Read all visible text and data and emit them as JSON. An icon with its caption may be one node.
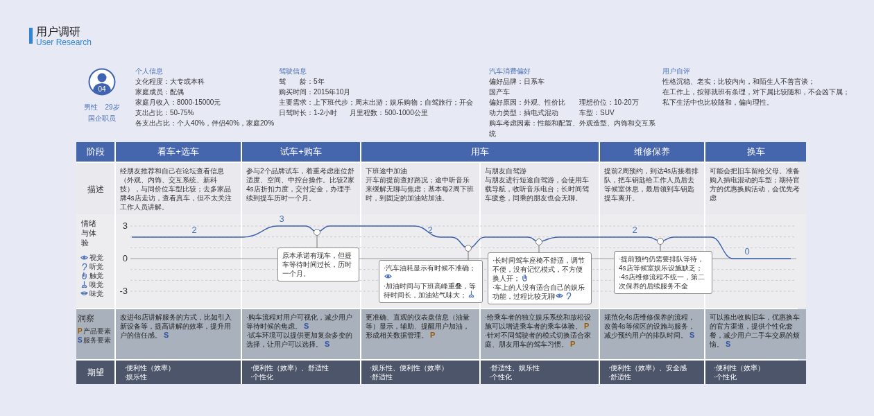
{
  "diagram": {
    "title": "用户调研",
    "nodes": [
      {
        "text": [],
        "shape": "circle"
      },
      {
        "text": [
          "原本承诺有现车，但提车等待时间过长，历时一个月。"
        ]
      },
      {
        "text": [],
        "shape": "circle"
      },
      {
        "text": [
          "·汽车油耗显示有时候不准确；",
          "·加油时间与下班高峰重叠，等待时间长，加油站气味大；"
        ]
      },
      {
        "text": [],
        "shape": "circle"
      },
      {
        "text": [
          "·长时间驾车座椅不舒适，调节不便，没有记忆模式，不方便换人开；",
          "·车上的人没有适合自己的娱乐功能，过程比较无聊"
        ]
      },
      {
        "text": [],
        "shape": "circle"
      },
      {
        "text": [
          "·提前预约仍需要排队等待，4s店等候室娱乐设施缺乏；",
          "·4s店维修流程不统一，第二次保养的后续服务不全"
        ]
      }
    ],
    "edges": [
      {
        "from": 1,
        "to": 0,
        "arrow": "none"
      },
      {
        "from": 3,
        "to": 2,
        "arrow": "none"
      },
      {
        "from": 5,
        "to": 4,
        "arrow": "none"
      },
      {
        "from": 7,
        "to": 6,
        "arrow": "none"
      }
    ],
    "labels": [
      "User Research",
      "04",
      "男性",
      "29岁",
      "国企职员",
      "个人信息",
      "文化程度：大专或本科",
      "家庭成员：配偶",
      "家庭月收入：8000-15000元",
      "支出占比：50-75%",
      "各支出占比：个人40%，伴侣40%，家庭20%",
      "驾驶信息",
      "驾　　龄：5年",
      "购买时间：2015年10月",
      "主要需求：上下班代步；周末出游；娱乐购物；自驾旅行；开会",
      "日驾时长：1-2小时",
      "月里程数：500-1000公里",
      "汽车消费偏好",
      "偏好品牌：日系车",
      "国产车",
      "偏好原因：外观、性价比",
      "理想价位：10-20万",
      "动力类型：插电式混动",
      "车型：SUV",
      "购车考虑因素：性能和配置、外观造型、内饰和交互系统",
      "用户自评",
      "性格沉稳、老实；比较内向，和陌生人不善言谈；",
      "在工作上，按部就班有条理，对下属比较随和，不会凶下属；",
      "私下生活中也比较随和，偏向理性。",
      "阶段",
      "看车+选车",
      "试车+购车",
      "用车",
      "维修保养",
      "换车",
      "描述",
      "经朋友推荐和自己在论坛查看信息（外观、内饰、交互系统、新科技），与同价位车型比较；去多家品牌4s店走访，查看真车，但不太关注工作人员讲解。",
      "参与2个品牌试车，着重考虑座位舒适度、空间、中控台操作。比较2家4s店折扣力度，交付定金，办理手续到提车历时一个月。",
      "下班途中加油",
      "开车前提前查好路况；途中听音乐来缓解无聊与焦虑；基本每2周下班时，到固定的加油站加油。",
      "与朋友自驾游",
      "与朋友进行短途自驾游，会使用车载导航，收听音乐电台；长时间驾车疲惫，同乘的朋友也会无聊。",
      "提前2周预约，到达4s店接着排队，把车钥匙给工作人员后去等候室休息，最后领到车钥匙提车离开。",
      "可能会把旧车留给父母。准备购入插电混动的车型；期待官方的优惠换购活动，会优先考虑",
      "情绪与体验",
      "3",
      "0",
      "-3",
      "视觉",
      "听觉",
      "触觉",
      "嗅觉",
      "味觉",
      "2",
      "3",
      "2",
      "2",
      "0",
      "洞察",
      "P",
      "产品要素",
      "S",
      "服务要素",
      "改进4s店讲解服务的方式，比如引入新设备等，提高讲解的效率，提升用户的信任感。",
      "S",
      "·购车流程对用户可视化，减少用户等待时候的焦虑。",
      "S",
      "·试车环境可以提供更加复杂多变的选择，让用户可以选择。",
      "S",
      "更准确、直观的仪表盘信息（油量等）显示，辅助、提醒用户加油，形成相关数据管理。",
      "P",
      "·给乘车者的独立娱乐系统和放松设施可以增进乘车者的乘车体验。",
      "P",
      "·针对不同驾驶者的模式切换适合家庭、朋友用车的驾车习惯。",
      "P",
      "规范化4s店维修保养的流程，改善4s等候区的设施与服务，减少预约用户的排队时间。",
      "S",
      "可以推出收购旧车，优惠换车的官方渠道，提供个性化套餐，减少用户二手车交易的烦恼。",
      "S",
      "期望",
      "·便利性（效率）",
      "·娱乐性",
      "·便利性（效率）、舒适性",
      "·个性化",
      "·娱乐性、便利性（效率）",
      "·舒适性",
      "·舒适性、娱乐性",
      "·个性化",
      "·便利性（效率）、安全感",
      "·舒适性",
      "·便利性（效率）",
      "·个性化"
    ]
  }
}
